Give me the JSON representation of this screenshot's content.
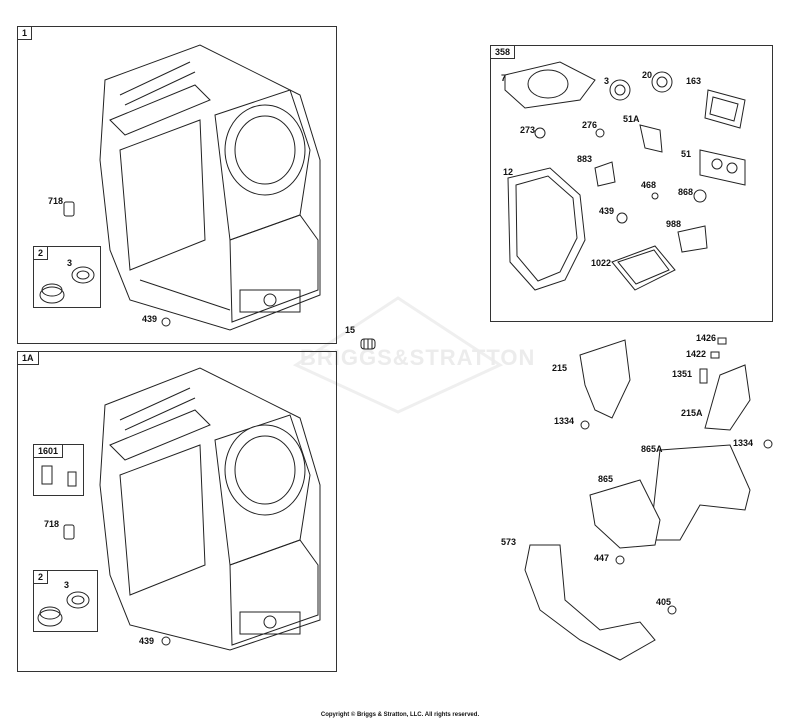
{
  "watermark": "BRIGGS&STRATTON",
  "copyright": "Copyright © Briggs & Stratton, LLC. All rights reserved.",
  "panels": {
    "p1": {
      "tag": "1",
      "sub_tag": "2",
      "labels": {
        "l718": "718",
        "l3": "3",
        "l439": "439"
      }
    },
    "p1a": {
      "tag": "1A",
      "sub_tag_1601": "1601",
      "sub_tag_2": "2",
      "labels": {
        "l718": "718",
        "l3": "3",
        "l439": "439"
      }
    },
    "p358": {
      "tag": "358",
      "labels": {
        "l7": "7",
        "l3": "3",
        "l20": "20",
        "l163": "163",
        "l273": "273",
        "l276": "276",
        "l51A": "51A",
        "l12": "12",
        "l883": "883",
        "l51": "51",
        "l468": "468",
        "l868": "868",
        "l439": "439",
        "l988": "988",
        "l1022": "1022"
      }
    }
  },
  "loose_labels": {
    "l15": "15",
    "l215": "215",
    "l1426": "1426",
    "l1422": "1422",
    "l1351": "1351",
    "l1334a": "1334",
    "l215A": "215A",
    "l1334b": "1334",
    "l865A": "865A",
    "l865": "865",
    "l573": "573",
    "l447": "447",
    "l405": "405"
  },
  "colors": {
    "line": "#222222",
    "box": "#333333",
    "watermark": "#ececec"
  }
}
